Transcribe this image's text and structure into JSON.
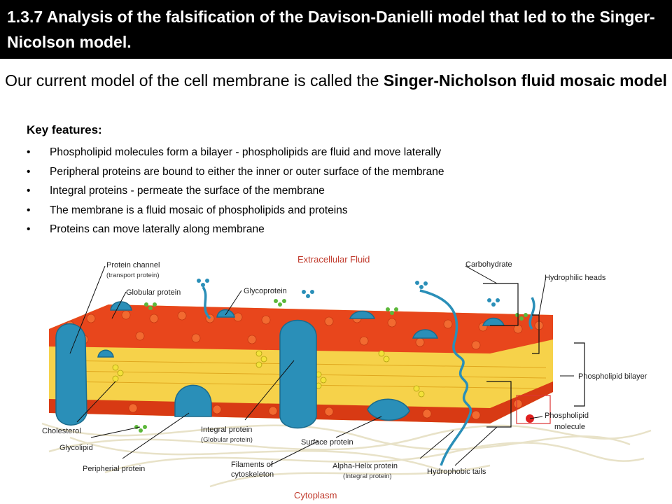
{
  "title": "1.3.7 Analysis of the falsification of the Davison-Danielli model that led to the Singer-Nicolson model.",
  "subtitle": {
    "prefix": "Our current model of the cell membrane is called the ",
    "bold": "Singer-Nicholson fluid mosaic model"
  },
  "key_features": {
    "heading": "Key features:",
    "bullet": "•",
    "items": [
      "Phospholipid molecules form a bilayer - phospholipids are fluid and move laterally",
      "Peripheral proteins are bound to either the inner or outer surface of the membrane",
      "Integral proteins - permeate the surface of the membrane",
      "The membrane is a fluid mosaic of phospholipids and proteins",
      "Proteins can move laterally along membrane"
    ]
  },
  "diagram": {
    "extracellular": "Extracellular Fluid",
    "cytoplasm": "Cytoplasm",
    "protein_channel": "Protein channel",
    "protein_channel_sub": "(transport protein)",
    "globular_protein": "Globular protein",
    "glycoprotein": "Glycoprotein",
    "carbohydrate": "Carbohydrate",
    "hydrophilic_heads": "Hydrophilic heads",
    "phospholipid_bilayer": "Phospholipid bilayer",
    "phospholipid_molecule_1": "Phospholipid",
    "phospholipid_molecule_2": "molecule",
    "cholesterol": "Cholesterol",
    "glycolipid": "Glycolipid",
    "peripherial_protein": "Peripherial protein",
    "integral_protein": "Integral protein",
    "integral_protein_sub": "(Globular protein)",
    "surface_protein": "Surface protein",
    "filaments_1": "Filaments of",
    "filaments_2": "cytoskeleton",
    "alpha_helix": "Alpha-Helix protein",
    "alpha_helix_sub": "(Integral protein)",
    "hydrophobic_tails": "Hydrophobic tails"
  },
  "colors": {
    "heads": "#e8461c",
    "tails": "#f0c040",
    "protein": "#2a8fb8",
    "protein_dark": "#1c6b8c",
    "glyco_green": "#5cb83a",
    "cholesterol": "#f3e23a",
    "label_red": "#c0392b"
  }
}
